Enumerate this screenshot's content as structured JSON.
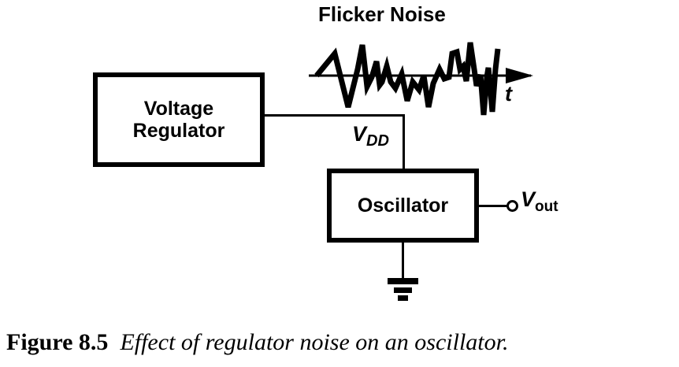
{
  "figure": {
    "caption_number": "Figure 8.5",
    "caption_text": "Effect of regulator noise on an oscillator."
  },
  "diagram": {
    "noise_title": "Flicker Noise",
    "time_axis_label": "t",
    "blocks": [
      {
        "id": "regulator",
        "label": "Voltage\nRegulator"
      },
      {
        "id": "oscillator",
        "label": "Oscillator"
      }
    ],
    "nodes": {
      "supply": {
        "symbol": "V",
        "subscript": "DD"
      },
      "output": {
        "symbol": "V",
        "subscript": "out"
      }
    },
    "icons": {
      "ground": "ground-symbol",
      "terminal": "open-circle-terminal",
      "arrow": "right-arrowhead"
    },
    "colors": {
      "stroke": "#000000",
      "background": "#ffffff"
    }
  },
  "chart_data": {
    "type": "line",
    "title": "Flicker Noise",
    "xlabel": "t",
    "ylabel": "",
    "grid": false,
    "legend": "none",
    "axis_line_y": 0,
    "series": [
      {
        "name": "flicker noise",
        "x": [
          10,
          33,
          50,
          68,
          80,
          86,
          93,
          99,
          110,
          125,
          140,
          152,
          166,
          178,
          188,
          196,
          205,
          213,
          222,
          228,
          233,
          240
        ],
        "y": [
          0,
          -28,
          22,
          39,
          -2,
          18,
          -8,
          12,
          -16,
          -32,
          -18,
          -40,
          8,
          -2,
          30,
          12,
          42,
          -26,
          50,
          10,
          -46,
          -34
        ]
      }
    ]
  }
}
